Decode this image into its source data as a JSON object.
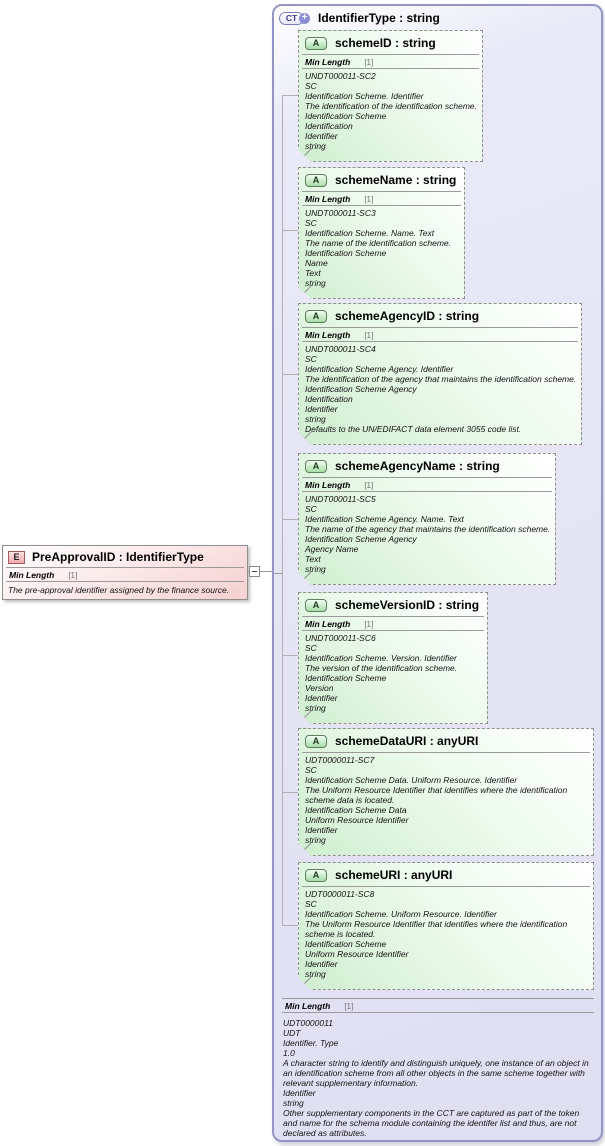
{
  "element_box": {
    "icon": "E",
    "title": "PreApprovalID : IdentifierType",
    "facet_name": "Min Length",
    "facet_value": "[1]",
    "annotation": "The pre-approval identifier assigned by the finance source."
  },
  "complex_type_box": {
    "icon": "CT",
    "title": "IdentifierType : string",
    "attributes": [
      {
        "icon": "A",
        "title": "schemeID : string",
        "facet_name": "Min Length",
        "facet_value": "[1]",
        "description": [
          "UNDT000011-SC2",
          "SC",
          "Identification Scheme. Identifier",
          "The identification of the identification scheme.",
          "Identification Scheme",
          "Identification",
          "Identifier",
          "string"
        ]
      },
      {
        "icon": "A",
        "title": "schemeName : string",
        "facet_name": "Min Length",
        "facet_value": "[1]",
        "description": [
          "UNDT000011-SC3",
          "SC",
          "Identification Scheme. Name. Text",
          "The name of the identification scheme.",
          "Identification Scheme",
          "Name",
          "Text",
          "string"
        ]
      },
      {
        "icon": "A",
        "title": "schemeAgencyID : string",
        "facet_name": "Min Length",
        "facet_value": "[1]",
        "description": [
          "UNDT000011-SC4",
          "SC",
          "Identification Scheme Agency. Identifier",
          "The identification of the agency that maintains the identification scheme.",
          "Identification Scheme Agency",
          "Identification",
          "Identifier",
          "string",
          "Defaults to the UN/EDIFACT data element 3055 code list."
        ]
      },
      {
        "icon": "A",
        "title": "schemeAgencyName : string",
        "facet_name": "Min Length",
        "facet_value": "[1]",
        "description": [
          "UNDT000011-SC5",
          "SC",
          "Identification Scheme Agency. Name. Text",
          "The name of the agency that maintains the identification scheme.",
          "Identification Scheme Agency",
          "Agency Name",
          "Text",
          "string"
        ]
      },
      {
        "icon": "A",
        "title": "schemeVersionID : string",
        "facet_name": "Min Length",
        "facet_value": "[1]",
        "description": [
          "UNDT000011-SC6",
          "SC",
          "Identification Scheme. Version. Identifier",
          "The version of the identification scheme.",
          "Identification Scheme",
          "Version",
          "Identifier",
          "string"
        ]
      },
      {
        "icon": "A",
        "title": "schemeDataURI : anyURI",
        "description": [
          "UDT0000011-SC7",
          "SC",
          "Identification Scheme Data. Uniform Resource. Identifier",
          "The Uniform Resource Identifier that identifies where the identification scheme data is located.",
          "Identification Scheme Data",
          "Uniform Resource Identifier",
          "Identifier",
          "string"
        ]
      },
      {
        "icon": "A",
        "title": "schemeURI : anyURI",
        "description": [
          "UDT0000011-SC8",
          "SC",
          "Identification Scheme. Uniform Resource. Identifier",
          "The Uniform Resource Identifier that identifies where the identification scheme is located.",
          "Identification Scheme",
          "Uniform Resource Identifier",
          "Identifier",
          "string"
        ]
      }
    ],
    "facet_name": "Min Length",
    "facet_value": "[1]",
    "footer": [
      "UDT0000011",
      "UDT",
      "Identifier. Type",
      "1.0",
      "A character string to identify and distinguish uniquely, one instance of an object in an identification scheme from all other objects in the same scheme together with relevant supplementary information.",
      "Identifier",
      "string",
      "Other supplementary components in the CCT are captured as part of the token and name for the schema module containing the identifer list and thus, are not declared as attributes."
    ]
  }
}
